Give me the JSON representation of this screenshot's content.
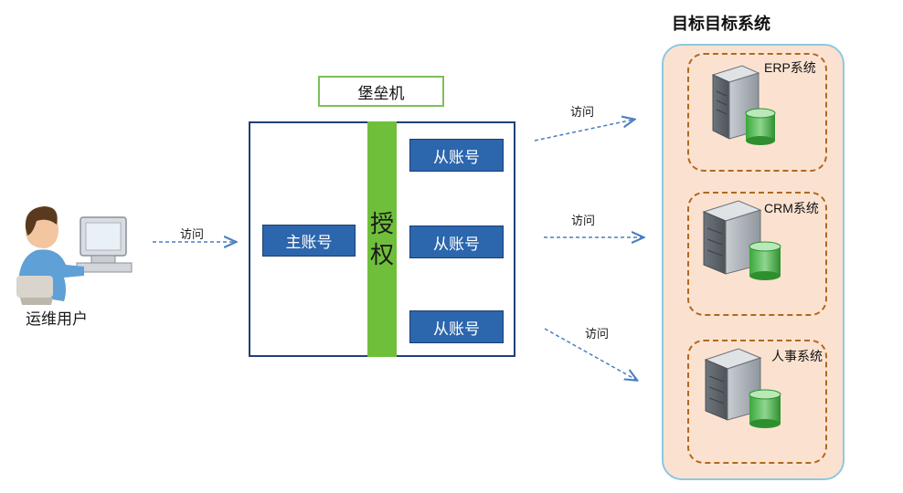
{
  "user": {
    "label": "运维用户"
  },
  "access_label": "访问",
  "bastion": {
    "title": "堡垒机",
    "main_account": "主账号",
    "auth": [
      "授",
      "权"
    ],
    "sub_account": "从账号"
  },
  "targets": {
    "title": "目标目标系统",
    "systems": [
      "ERP系统",
      "CRM系统",
      "人事系统"
    ]
  },
  "colors": {
    "account_blue": "#2c66ad",
    "auth_green": "#6fbf3a",
    "panel_bg": "#fbe2d0",
    "panel_border": "#8ec7e0",
    "dashed_border": "#b06820",
    "arrow": "#4a7fbf"
  }
}
